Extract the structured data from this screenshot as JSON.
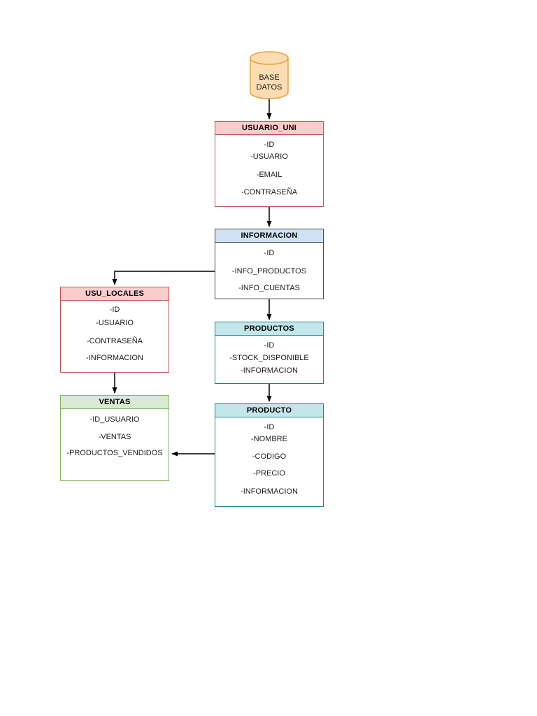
{
  "diagram": {
    "database": {
      "line1": "BASE",
      "line2": "DATOS"
    },
    "tables": {
      "usuario_uni": {
        "title": "USUARIO_UNI",
        "fields": [
          "-ID",
          "-USUARIO",
          "-EMAIL",
          "-CONTRASEÑA"
        ]
      },
      "informacion": {
        "title": "INFORMACION",
        "fields": [
          "-ID",
          "-INFO_PRODUCTOS",
          "-INFO_CUENTAS"
        ]
      },
      "usu_locales": {
        "title": "USU_LOCALES",
        "fields": [
          "-ID",
          "-USUARIO",
          "-CONTRASEÑA",
          "-INFORMACION"
        ]
      },
      "productos": {
        "title": "PRODUCTOS",
        "fields": [
          "-ID",
          "-STOCK_DISPONIBLE",
          "-INFORMACION"
        ]
      },
      "ventas": {
        "title": "VENTAS",
        "fields": [
          "-ID_USUARIO",
          "-VENTAS",
          "-PRODUCTOS_VENDIDOS"
        ]
      },
      "producto": {
        "title": "PRODUCTO",
        "fields": [
          "-ID",
          "-NOMBRE",
          "-CODIGO",
          "-PRECIO",
          "-INFORMACION"
        ]
      }
    },
    "connections": [
      {
        "from": "BASE DATOS",
        "to": "USUARIO_UNI"
      },
      {
        "from": "USUARIO_UNI",
        "to": "INFORMACION"
      },
      {
        "from": "INFORMACION",
        "to": "USU_LOCALES"
      },
      {
        "from": "INFORMACION",
        "to": "PRODUCTOS"
      },
      {
        "from": "USU_LOCALES",
        "to": "VENTAS"
      },
      {
        "from": "PRODUCTOS",
        "to": "PRODUCTO"
      },
      {
        "from": "PRODUCTO",
        "to": "VENTAS"
      }
    ],
    "colors": {
      "red_fill": "#F8CECC",
      "red_stroke": "#BE544E",
      "blue_fill": "#CFE2F3",
      "blue_stroke": "#424242",
      "teal_fill": "#C2E7EA",
      "teal_stroke": "#0F858E",
      "green_fill": "#D9EAD3",
      "green_stroke": "#85B765",
      "db_fill": "#FBDCB3",
      "db_stroke": "#E2A33C",
      "arrow": "#000000"
    }
  }
}
